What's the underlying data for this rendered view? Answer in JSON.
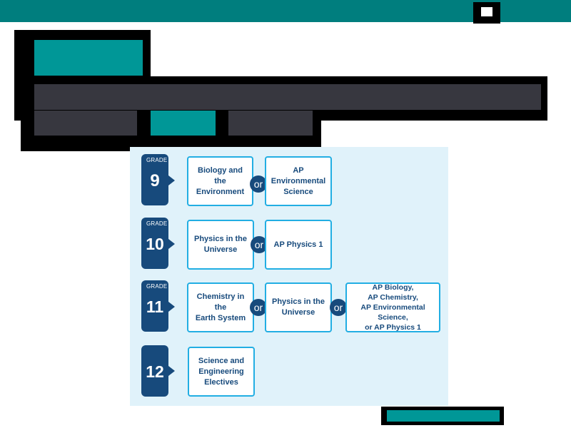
{
  "diagram": {
    "grade_label": "GRADE",
    "or_label": "or",
    "rows": [
      {
        "grade": "9",
        "courses": [
          "Biology and the\nEnvironment",
          "AP Environmental\nScience"
        ]
      },
      {
        "grade": "10",
        "courses": [
          "Physics in the\nUniverse",
          "AP Physics 1"
        ]
      },
      {
        "grade": "11",
        "courses": [
          "Chemistry in the\nEarth System",
          "Physics in the\nUniverse",
          "AP Biology,\nAP Chemistry,\nAP Environmental Science,\nor AP Physics 1"
        ]
      },
      {
        "grade": "12",
        "courses": [
          "Science and\nEngineering\nElectives"
        ]
      }
    ]
  },
  "colors": {
    "header_teal": "#007e7e",
    "accent_teal": "#009797",
    "redaction": "#000000",
    "panel_bg": "#e0f2fa",
    "grade_navy": "#174a7c",
    "course_border": "#22aee3"
  }
}
